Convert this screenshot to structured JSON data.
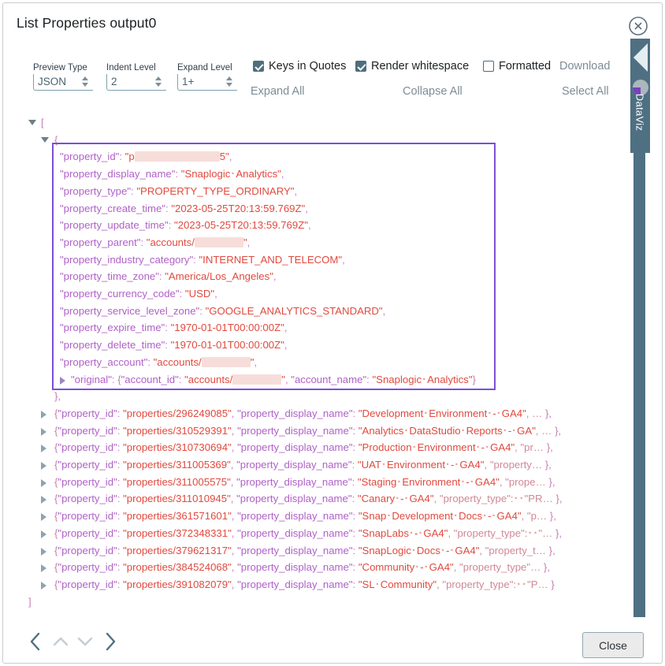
{
  "dialog": {
    "title": "List Properties output0",
    "close_icon": "circle-x-icon",
    "close_button_label": "Close"
  },
  "toolbar": {
    "fields": [
      {
        "label": "Preview Type",
        "value": "JSON"
      },
      {
        "label": "Indent Level",
        "value": "2"
      },
      {
        "label": "Expand Level",
        "value": "1+"
      }
    ],
    "checkboxes": [
      {
        "label": "Keys in Quotes",
        "checked": true
      },
      {
        "label": "Render whitespace",
        "checked": true
      },
      {
        "label": "Formatted",
        "checked": false
      }
    ],
    "links": [
      {
        "label": "Download"
      },
      {
        "label": "Expand All"
      },
      {
        "label": "Collapse All"
      },
      {
        "label": "Select All"
      }
    ]
  },
  "side_tab": {
    "label": "DataViz",
    "chevron_icon": "chevron-left-icon",
    "pie_icon": "pie-chart-icon"
  },
  "viewer": {
    "open_bracket": "[",
    "open_brace": "{",
    "close_brace_comma": "},",
    "close_bracket": "]",
    "expanded_object": {
      "rows": [
        {
          "key": "property_id",
          "value_prefix": "p",
          "redacted": true,
          "value_suffix": "5",
          "trailing": ","
        },
        {
          "key": "property_display_name",
          "value": "Snaplogic·Analytics",
          "trailing": ","
        },
        {
          "key": "property_type",
          "value": "PROPERTY_TYPE_ORDINARY",
          "trailing": ","
        },
        {
          "key": "property_create_time",
          "value": "2023-05-25T20:13:59.769Z",
          "trailing": ","
        },
        {
          "key": "property_update_time",
          "value": "2023-05-25T20:13:59.769Z",
          "trailing": ","
        },
        {
          "key": "property_parent",
          "value_prefix": "accounts/",
          "redacted": true,
          "value_suffix": "",
          "trailing": ","
        },
        {
          "key": "property_industry_category",
          "value": "INTERNET_AND_TELECOM",
          "trailing": ","
        },
        {
          "key": "property_time_zone",
          "value": "America/Los_Angeles",
          "trailing": ","
        },
        {
          "key": "property_currency_code",
          "value": "USD",
          "trailing": ","
        },
        {
          "key": "property_service_level_zone",
          "value": "GOOGLE_ANALYTICS_STANDARD",
          "trailing": ","
        },
        {
          "key": "property_expire_time",
          "value": "1970-01-01T00:00:00Z",
          "trailing": ","
        },
        {
          "key": "property_delete_time",
          "value": "1970-01-01T00:00:00Z",
          "trailing": ","
        },
        {
          "key": "property_account",
          "value_prefix": "accounts/",
          "redacted": true,
          "value_suffix": "",
          "trailing": ","
        }
      ],
      "original_row": {
        "key": "original",
        "inner_key_1": "account_id",
        "inner_value_1_prefix": "accounts/",
        "inner_key_2": "account_name",
        "inner_value_2": "Snaplogic·Analytics"
      }
    },
    "collapsed_rows": [
      {
        "id_key": "property_id",
        "id_value": "properties/296249085",
        "name_key": "property_display_name",
        "name_value": "Development·Environment·-·GA4",
        "tail": "…"
      },
      {
        "id_key": "property_id",
        "id_value": "properties/310529391",
        "name_key": "property_display_name",
        "name_value": "Analytics·DataStudio·Reports·-·GA",
        "tail": "…"
      },
      {
        "id_key": "property_id",
        "id_value": "properties/310730694",
        "name_key": "property_display_name",
        "name_value": "Production·Environment·-·GA4",
        "tail": "\"pr…"
      },
      {
        "id_key": "property_id",
        "id_value": "properties/311005369",
        "name_key": "property_display_name",
        "name_value": "UAT·Environment·-·GA4",
        "tail": "\"property…"
      },
      {
        "id_key": "property_id",
        "id_value": "properties/311005575",
        "name_key": "property_display_name",
        "name_value": "Staging·Environment·-·GA4",
        "tail": "\"prope…"
      },
      {
        "id_key": "property_id",
        "id_value": "properties/311010945",
        "name_key": "property_display_name",
        "name_value": "Canary·-·GA4",
        "tail": "\"property_type\":··\"PR…"
      },
      {
        "id_key": "property_id",
        "id_value": "properties/361571601",
        "name_key": "property_display_name",
        "name_value": "Snap·Development·Docs·-·GA4",
        "tail": "\"p…"
      },
      {
        "id_key": "property_id",
        "id_value": "properties/372348331",
        "name_key": "property_display_name",
        "name_value": "SnapLabs·-·GA4",
        "tail": "\"property_type\":··\"…"
      },
      {
        "id_key": "property_id",
        "id_value": "properties/379621317",
        "name_key": "property_display_name",
        "name_value": "SnapLogic·Docs·-·GA4",
        "tail": "\"property_t…"
      },
      {
        "id_key": "property_id",
        "id_value": "properties/384524068",
        "name_key": "property_display_name",
        "name_value": "Community·-·GA4",
        "tail": "\"property_type\"…"
      },
      {
        "id_key": "property_id",
        "id_value": "properties/391082079",
        "name_key": "property_display_name",
        "name_value": "SL·Community",
        "tail": "\"property_type\":··\"P…"
      }
    ]
  },
  "footer": {
    "nav": [
      {
        "icon": "chevron-left-icon",
        "name": "prev-button",
        "enabled": true
      },
      {
        "icon": "chevron-up-icon",
        "name": "up-button",
        "enabled": false
      },
      {
        "icon": "chevron-down-icon",
        "name": "down-button",
        "enabled": false
      },
      {
        "icon": "chevron-right-icon",
        "name": "next-button",
        "enabled": true
      }
    ]
  },
  "colors": {
    "accent": "#4f7082",
    "key": "#b061c8",
    "string": "#e04a3f",
    "highlight_border": "#7b4fd6",
    "redaction": "#f7ddda"
  }
}
